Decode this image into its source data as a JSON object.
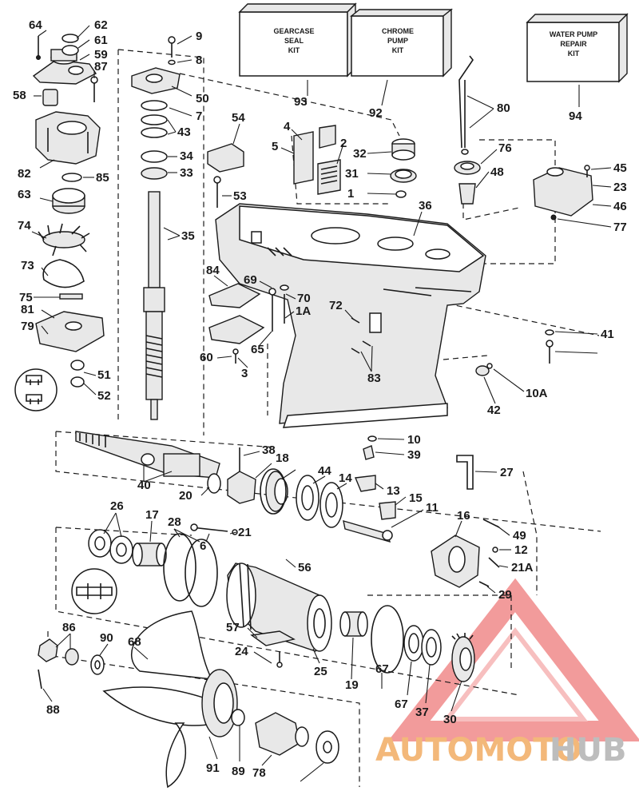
{
  "kits": [
    {
      "lines": [
        "GEARCASE",
        "SEAL",
        "KIT"
      ],
      "number": "93"
    },
    {
      "lines": [
        "CHROME",
        "PUMP",
        "KIT"
      ],
      "number": "92"
    },
    {
      "lines": [
        "WATER PUMP",
        "REPAIR",
        "KIT"
      ],
      "number": "94"
    }
  ],
  "callouts": [
    "64",
    "62",
    "61",
    "59",
    "87",
    "58",
    "9",
    "8",
    "50",
    "7",
    "43",
    "34",
    "33",
    "35",
    "82",
    "85",
    "63",
    "74",
    "73",
    "75",
    "81",
    "79",
    "51",
    "52",
    "54",
    "53",
    "4",
    "5",
    "2",
    "32",
    "31",
    "1",
    "36",
    "80",
    "76",
    "48",
    "45",
    "23",
    "46",
    "77",
    "84",
    "69",
    "70",
    "1A",
    "72",
    "65",
    "60",
    "3",
    "83",
    "41",
    "42",
    "10A",
    "10",
    "39",
    "38",
    "18",
    "40",
    "20",
    "44",
    "14",
    "13",
    "15",
    "11",
    "27",
    "26",
    "17",
    "28",
    "6",
    "21",
    "16",
    "49",
    "12",
    "21A",
    "29",
    "56",
    "57",
    "24",
    "25",
    "19",
    "37",
    "30",
    "67",
    "86",
    "90",
    "68",
    "88",
    "91",
    "89",
    "78"
  ],
  "watermark": {
    "part1": "AUTOMOTO",
    "part2": "HUB"
  }
}
